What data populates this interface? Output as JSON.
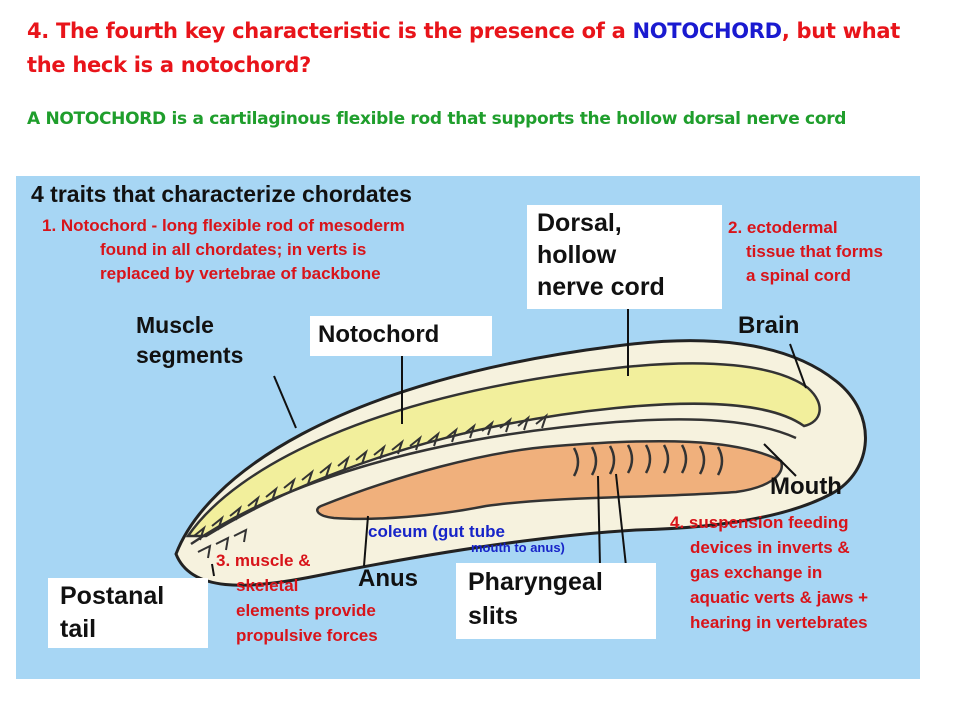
{
  "heading": {
    "part1": "4. The fourth key characteristic is the presence of a ",
    "keyword": "NOTOCHORD",
    "part2": ", but what the heck is a notochord?"
  },
  "definition": "A NOTOCHORD is a cartilaginous flexible rod that supports the hollow dorsal nerve cord",
  "diagram": {
    "title": "4 traits that characterize chordates",
    "trait1": [
      "1. Notochord - long flexible rod of mesoderm",
      "found in all chordates; in verts is",
      "replaced by vertebrae of backbone"
    ],
    "dorsal_nerve_cord": [
      "Dorsal,",
      "hollow",
      "nerve cord"
    ],
    "trait2": [
      "2. ectodermal",
      "tissue that forms",
      "a spinal cord"
    ],
    "muscle_segments": [
      "Muscle",
      "segments"
    ],
    "notochord": "Notochord",
    "brain": "Brain",
    "mouth": "Mouth",
    "coleum": "coleum (gut tube",
    "coleum_sub": "mouth to anus)",
    "trait4": [
      "4. suspension feeding",
      "devices in inverts &",
      "gas exchange in",
      "aquatic verts & jaws +",
      "hearing in vertebrates"
    ],
    "trait3": [
      "3. muscle &",
      "skeletal",
      "elements provide",
      "propulsive forces"
    ],
    "anus": "Anus",
    "pharyngeal_slits": [
      "Pharyngeal",
      "slits"
    ],
    "postanal_tail": [
      "Postanal",
      "tail"
    ]
  },
  "colors": {
    "heading_red": "#e8141a",
    "keyword_blue": "#1a1ad0",
    "definition_green": "#1f9e2c",
    "figure_background": "#a7d6f4",
    "label_red": "#d8141a",
    "label_blue": "#1724c8",
    "nerve_cord_yellow": "#f2ef9c",
    "gut_orange": "#f0b07c",
    "body_cream": "#f6f2de"
  }
}
